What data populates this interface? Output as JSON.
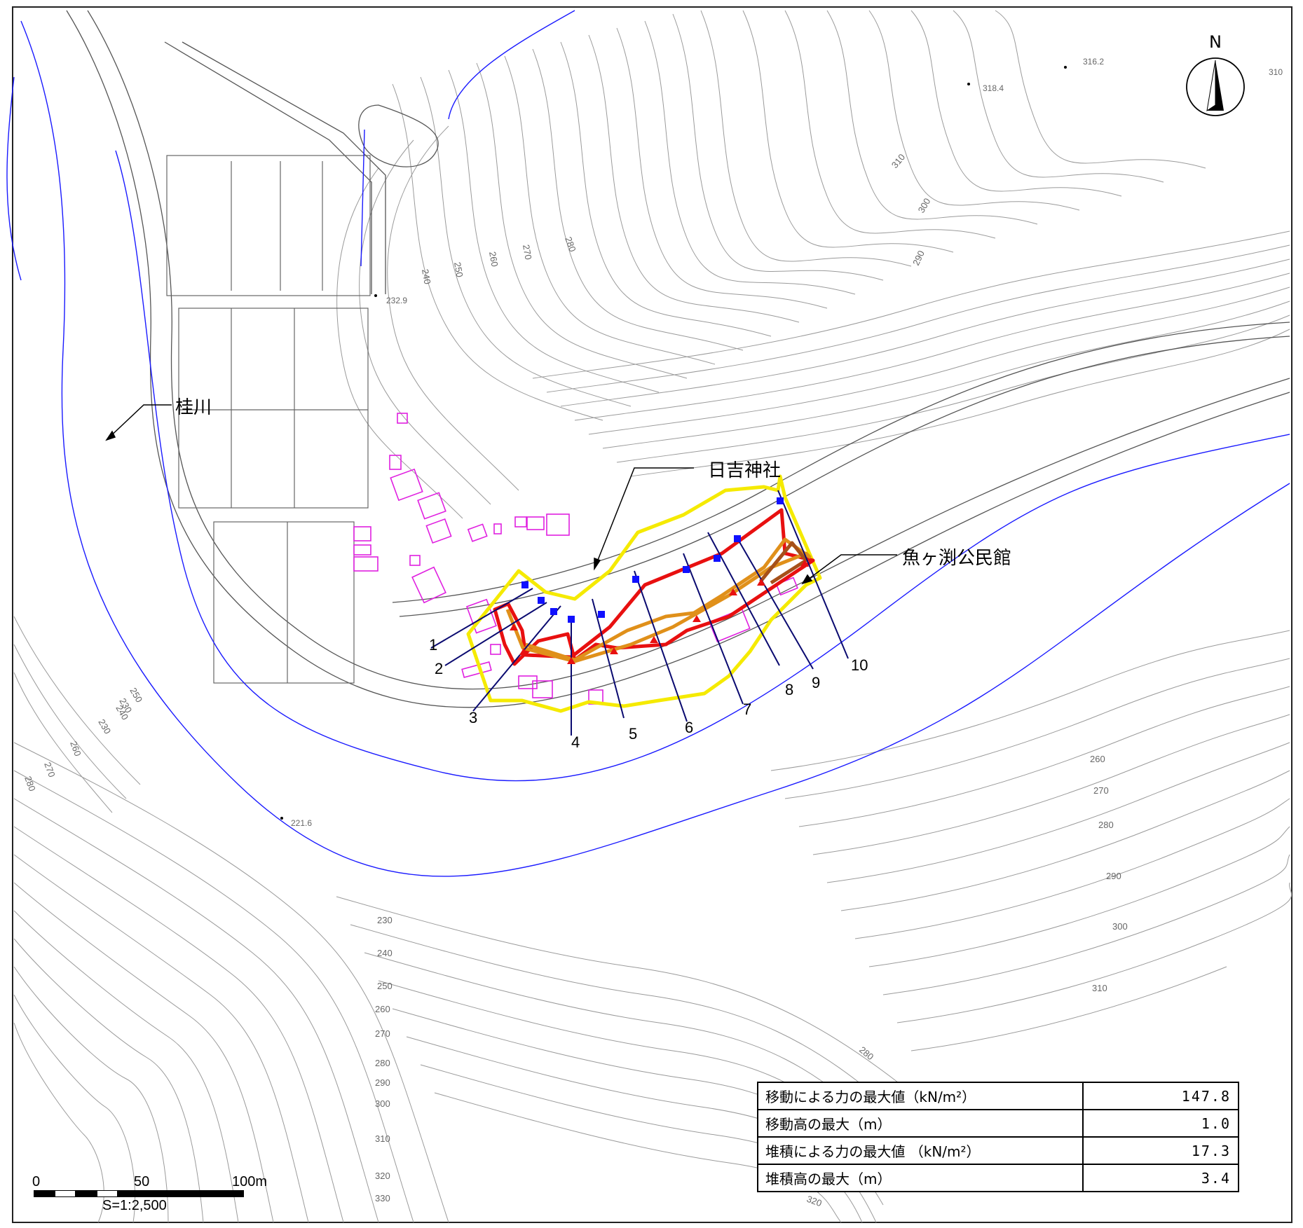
{
  "labels": {
    "river": "桂川",
    "shrine": "日吉神社",
    "hall": "魚ヶ渕公民館",
    "north": "N"
  },
  "profiles": [
    "1",
    "2",
    "3",
    "4",
    "5",
    "6",
    "7",
    "8",
    "9",
    "10"
  ],
  "contour_labels": [
    "240",
    "250",
    "260",
    "270",
    "280",
    "310",
    "300",
    "290",
    "230",
    "240",
    "250",
    "260",
    "270",
    "280",
    "290",
    "300",
    "310",
    "320",
    "330",
    "260",
    "270",
    "280",
    "290",
    "300",
    "310",
    "230",
    "250",
    "240",
    "230",
    "270",
    "260",
    "280",
    "320",
    "280"
  ],
  "elevations": [
    "316.2",
    "318.4",
    "232.9",
    "221.6",
    "310"
  ],
  "table": {
    "rows": [
      {
        "label": "移動による力の最大値（kN/m²）",
        "value": "147.8"
      },
      {
        "label": "移動高の最大（m）",
        "value": "1.0"
      },
      {
        "label": "堆積による力の最大値 （kN/m²）",
        "value": "17.3"
      },
      {
        "label": "堆積高の最大（m）",
        "value": "3.4"
      }
    ]
  },
  "scale": {
    "t0": "0",
    "t50": "50",
    "t100": "100m",
    "ratio": "S=1:2,500"
  },
  "colors": {
    "contour": "#9a9a9a",
    "river": "#1a1aff",
    "building": "#e020e0",
    "yellow_zone": "#f5ea00",
    "red_zone": "#e81010",
    "orange_zone": "#e0901a",
    "profile_line": "#0a0a70"
  }
}
